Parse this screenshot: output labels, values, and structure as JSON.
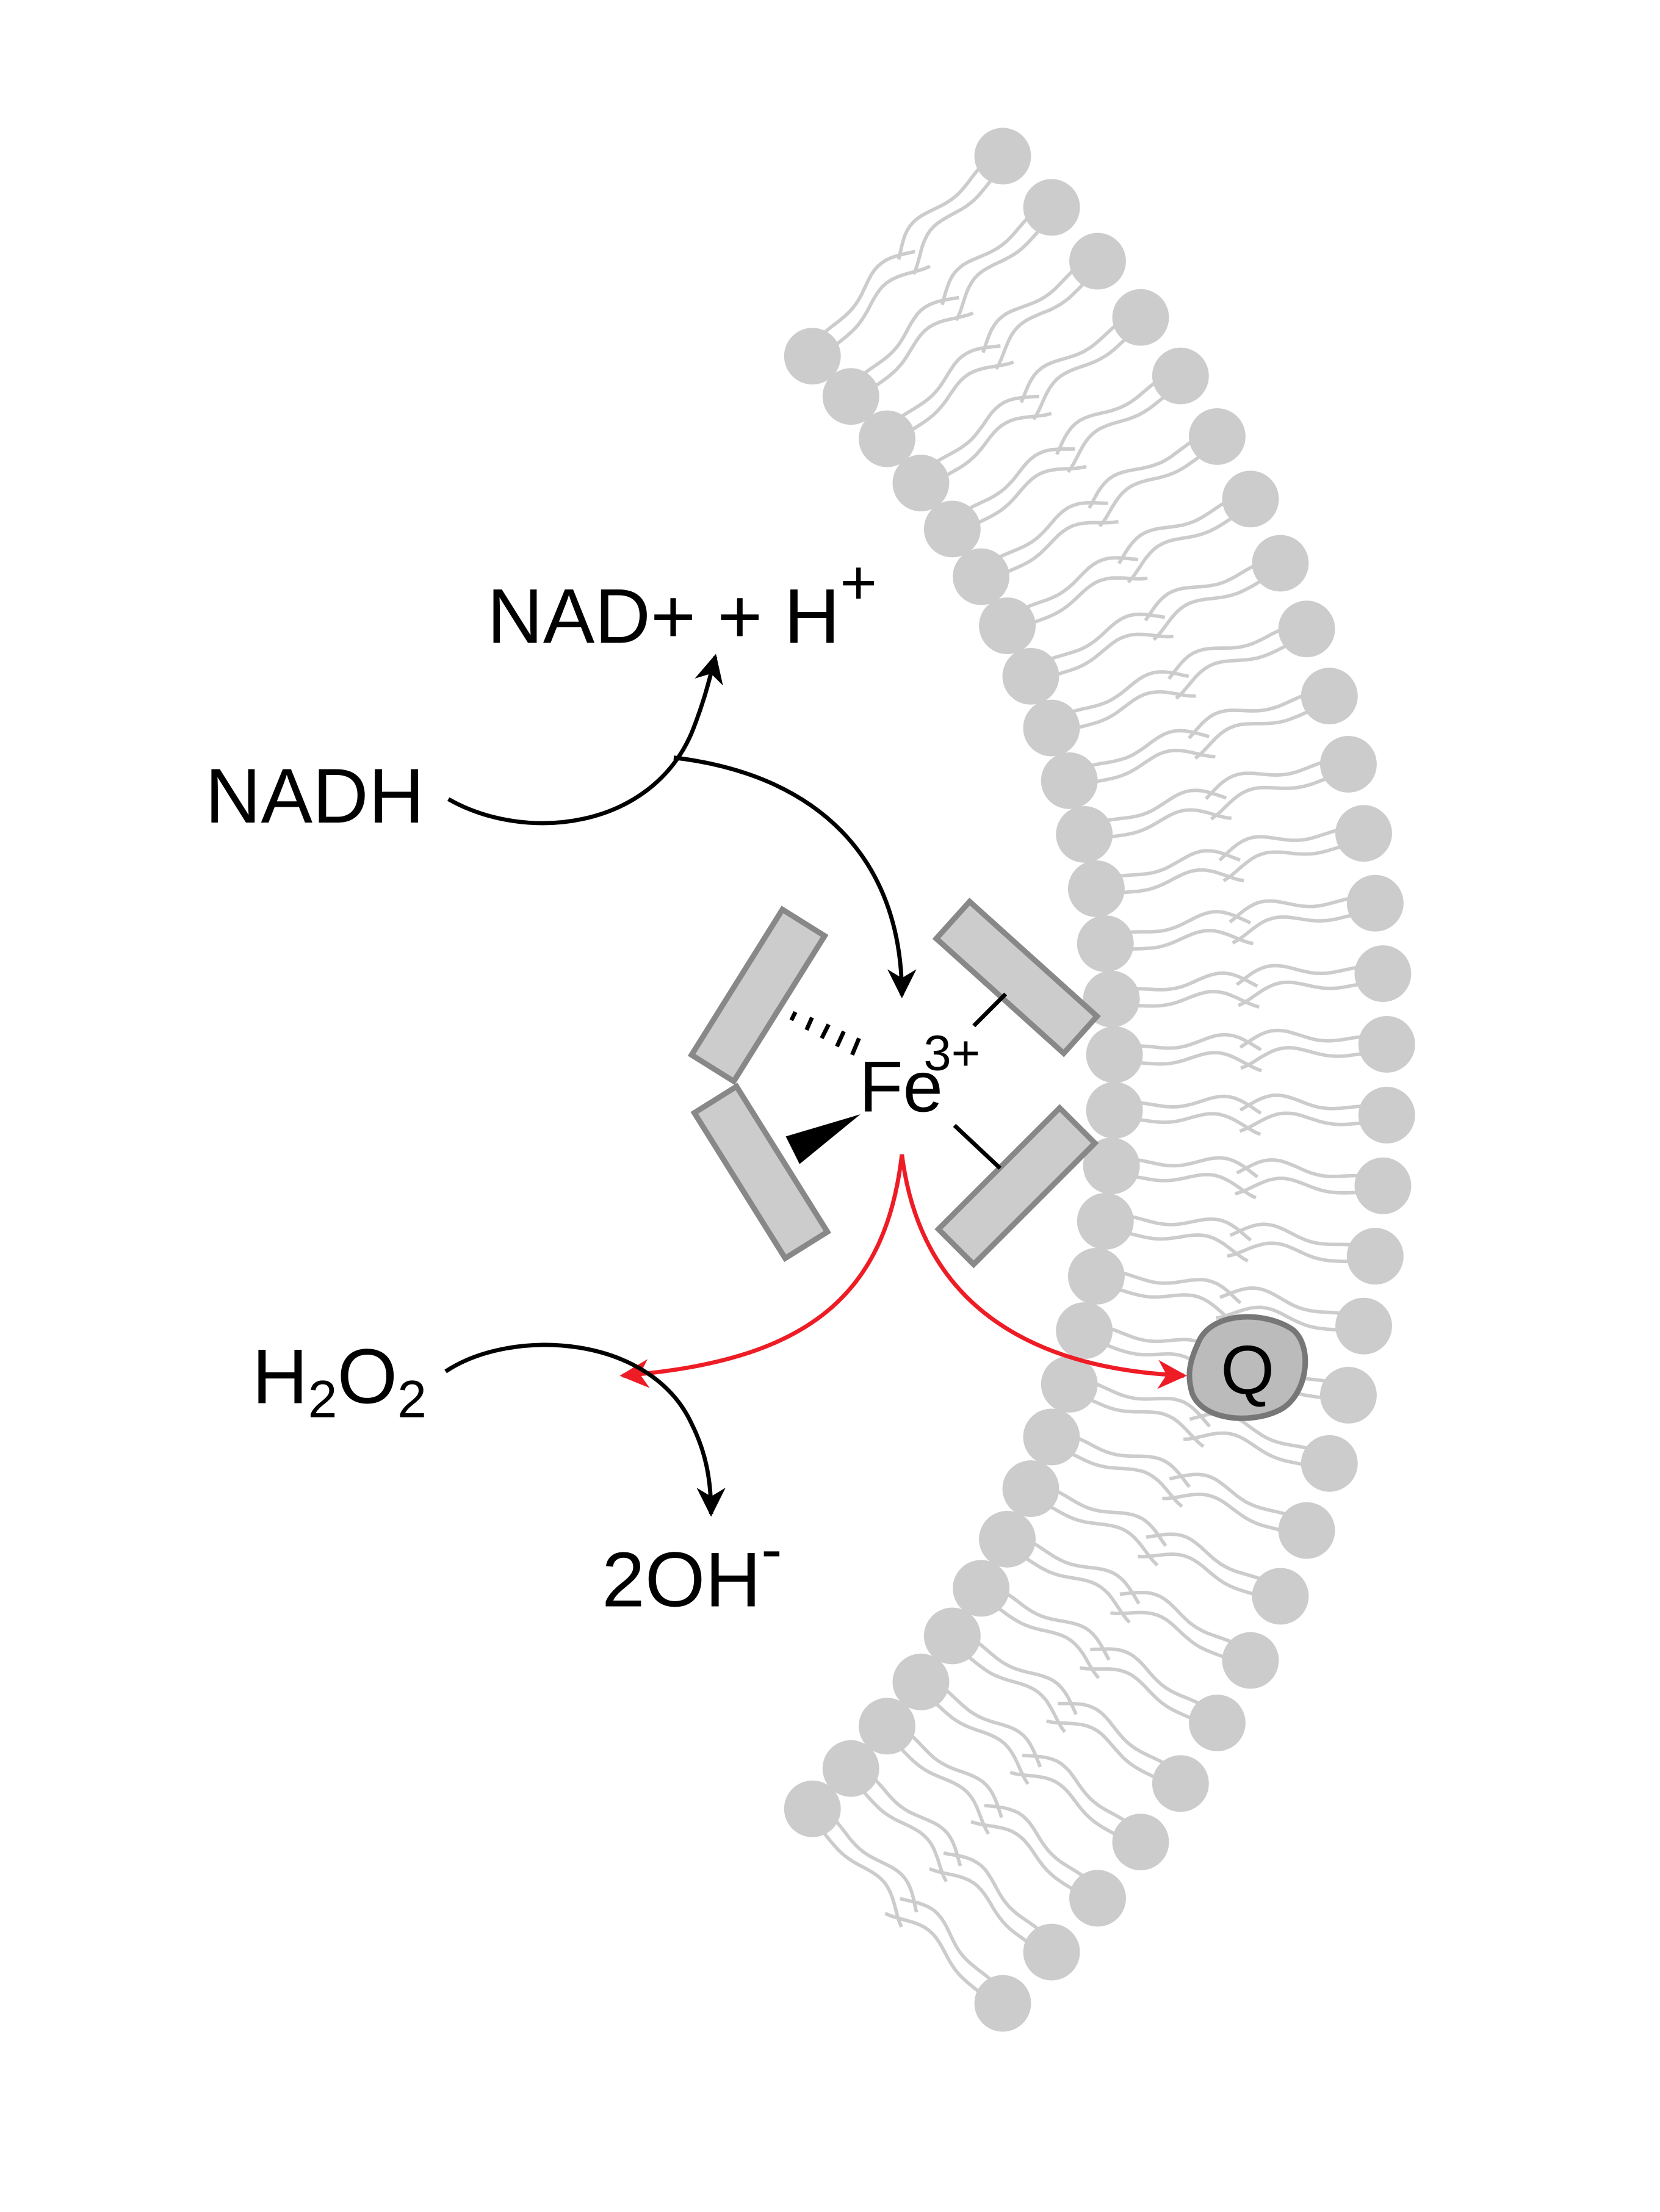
{
  "labels": {
    "nad_plus": "NAD+ + H",
    "nad_plus_sup": "+",
    "nadh": "NADH",
    "fe": "Fe",
    "fe_charge": "3+",
    "h2o2_h": "H",
    "h2o2_sub1": "2",
    "h2o2_o": "O",
    "h2o2_sub2": "2",
    "hydroxide": "2OH",
    "hydroxide_sup": "-",
    "quinone": "Q"
  },
  "colors": {
    "membrane": "#cccccc",
    "ligand_fill": "#cccccc",
    "ligand_stroke": "#888888",
    "reaction_arrow": "#000000",
    "electron_transfer": "#ee1c25",
    "quinone_fill": "#bbbbbb"
  }
}
